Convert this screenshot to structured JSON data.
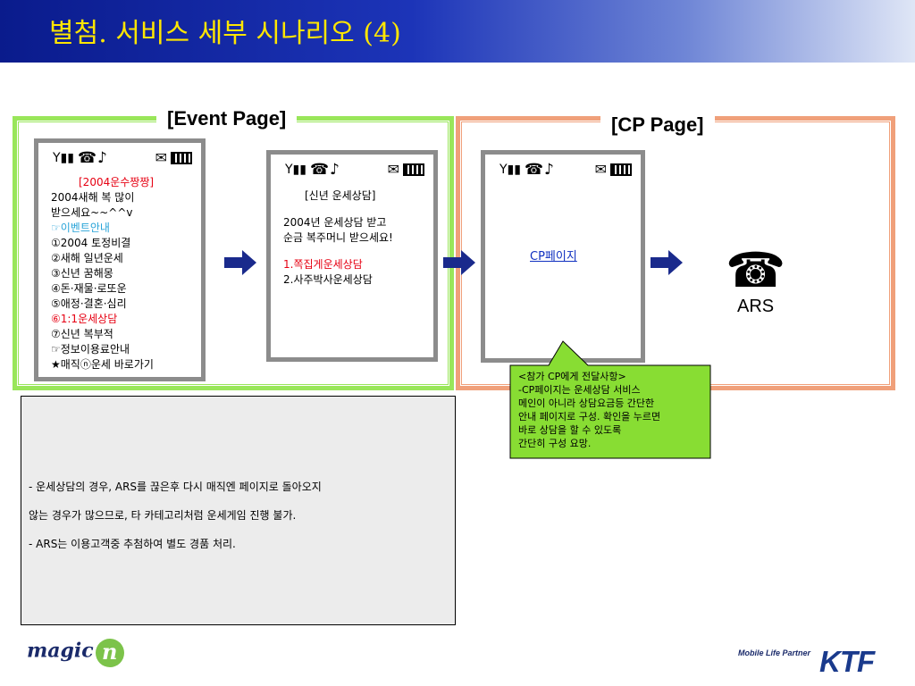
{
  "header": {
    "title": "별첨. 서비스 세부 시나리오 (4)"
  },
  "event_page": {
    "label": "[Event Page]",
    "phone1": {
      "lines": [
        "[2004운수짱짱]",
        "2004새해 복 많이",
        "받으세요~~^^v",
        "☞이벤트안내",
        "①2004 토정비결",
        "②새해 일년운세",
        "③신년 꿈해몽",
        "④돈·재물·로또운",
        "⑤애정·결혼·심리",
        "⑥1:1운세상담",
        "⑦신년 복부적",
        "☞정보이용료안내",
        "★매직ⓝ운세 바로가기"
      ]
    },
    "phone2": {
      "lines": [
        "[신년 운세상담]",
        "2004년 운세상담 받고",
        "순금 복주머니 받으세요!",
        "1.쪽집게운세상담",
        "2.사주박사운세상담"
      ]
    }
  },
  "cp_page": {
    "label": "[CP Page]",
    "phone3": {
      "link": "CP페이지"
    }
  },
  "ars": {
    "label": "ARS"
  },
  "callout": {
    "lines": [
      "<참가 CP에게 전달사항>",
      "-CP페이지는 운세상담 서비스",
      "메인이 아니라 상담요금등 간단한",
      "안내 페이지로 구성. 확인을 누르면",
      "바로 상담을 할 수 있도록",
      "간단히 구성 요망."
    ]
  },
  "notes": {
    "lines": [
      "- 운세상담의 경우, ARS를 끊은후 다시 매직엔 페이지로 돌아오지",
      "않는 경우가 많으므로, 타 카테고리처럼 운세게임 진행 불가.",
      "- ARS는 이용고객중 추첨하여 별도 경품 처리."
    ]
  },
  "footer": {
    "logo_left": "magic",
    "logo_left_n": "n",
    "tagline": "Mobile Life Partner",
    "logo_right": "KTF"
  },
  "colors": {
    "event_frame": "#99e65a",
    "cp_frame": "#f0a07a",
    "callout_fill": "#88dd33",
    "title_text": "#ffe600",
    "arrow": "#1a2a8c"
  },
  "icons": [
    "signal-icon",
    "phone-icon",
    "music-note-icon",
    "envelope-icon",
    "battery-icon",
    "arrow-right-icon",
    "telephone-icon"
  ]
}
